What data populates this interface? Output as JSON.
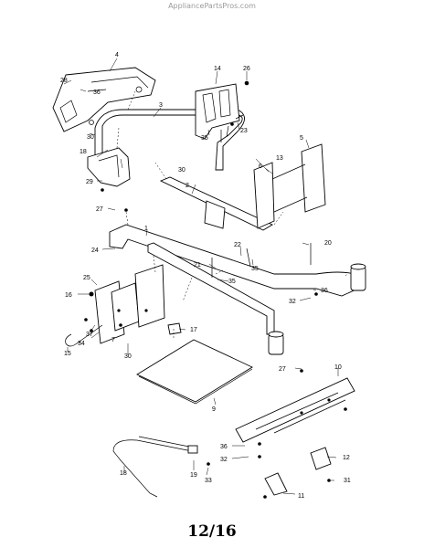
{
  "watermark": "AppliancePartsPros.com",
  "page_number": "12/16",
  "callouts": {
    "c4": "4",
    "c28a": "28",
    "c36a": "36",
    "c30a": "30",
    "c3": "3",
    "c14": "14",
    "c26": "26",
    "c23": "23",
    "c35a": "35",
    "c18": "18",
    "c30b": "30",
    "c29": "29",
    "c5": "5",
    "c13": "13",
    "c6": "6",
    "c2": "2",
    "c27a": "27",
    "c1": "1",
    "c24": "24",
    "c22": "22",
    "c20": "20",
    "c21": "21",
    "c35b": "35",
    "c36b": "36",
    "c32a": "32",
    "c25": "25",
    "c16": "16",
    "c17": "17",
    "c37": "37",
    "c7": "7",
    "c34": "34",
    "c15": "15",
    "c30c": "30",
    "c9": "9",
    "c27b": "27",
    "c10": "10",
    "c36c": "36",
    "c32b": "32",
    "c12": "12",
    "c31": "31",
    "c18b": "18",
    "c19": "19",
    "c33": "33",
    "c11": "11"
  }
}
